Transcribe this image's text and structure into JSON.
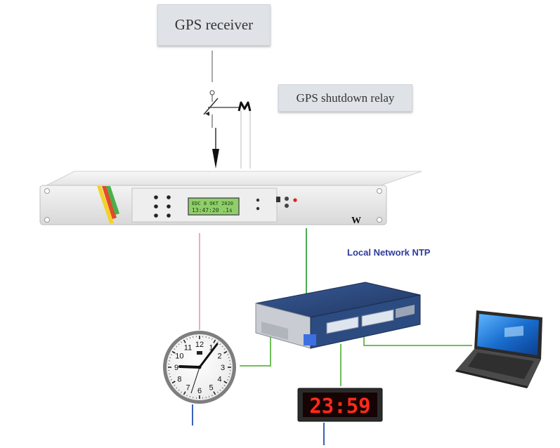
{
  "labels": {
    "gps_receiver": "GPS receiver",
    "gps_shutdown_relay": "GPS shutdown relay",
    "local_network": "Local Network NTP"
  },
  "server": {
    "lcd_line1": "EDC  8 OKT 2020",
    "lcd_line2": "13:47:20 .1s",
    "logo": "W"
  },
  "digital_clock": {
    "time": "23:59"
  },
  "analog_clock": {
    "numerals": [
      "12",
      "1",
      "2",
      "3",
      "4",
      "5",
      "6",
      "7",
      "8",
      "9",
      "10",
      "11"
    ]
  },
  "colors": {
    "ethernet": "#6fbf5a",
    "pink_line": "#f0a8c0",
    "blue_line": "#3a62b8",
    "switch_blue": "#27406f",
    "led_red": "#e02020",
    "lcd_green": "#8fcf6a"
  },
  "icons": [
    "relay-switch-icon",
    "coil-icon",
    "arrow-down-icon"
  ]
}
